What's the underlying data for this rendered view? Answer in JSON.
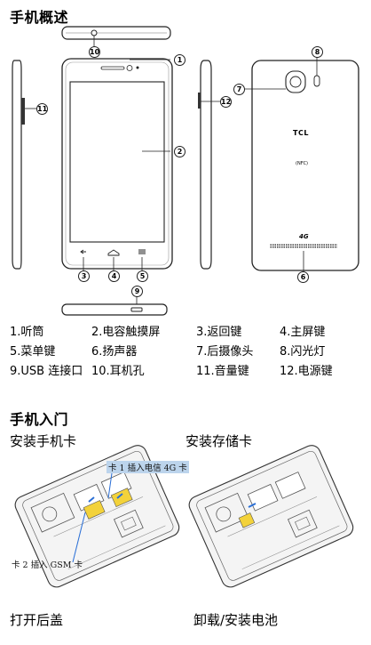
{
  "sections": {
    "overview_title": "手机概述",
    "getting_started_title": "手机入门"
  },
  "callouts": [
    "1",
    "2",
    "3",
    "4",
    "5",
    "6",
    "7",
    "8",
    "9",
    "10",
    "11",
    "12"
  ],
  "phone_diagram": {
    "brand": "TCL",
    "nfc": "(NFC)",
    "network_logo": "4G"
  },
  "parts_legend": [
    [
      "1.听筒",
      "2.电容触摸屏",
      "3.返回键",
      "4.主屏键"
    ],
    [
      "5.菜单键",
      "6.扬声器",
      "7.后摄像头",
      "8.闪光灯"
    ],
    [
      "9.USB 连接口",
      "10.耳机孔",
      "11.音量键",
      "12.电源键"
    ]
  ],
  "steps": {
    "install_sim": "安装手机卡",
    "install_storage": "安装存储卡",
    "open_cover": "打开后盖",
    "battery": "卸载/安装电池"
  },
  "sim_labels": {
    "card1": "卡 1 插入电信 4G 卡",
    "card2": "卡 2 插入 GSM 卡"
  }
}
